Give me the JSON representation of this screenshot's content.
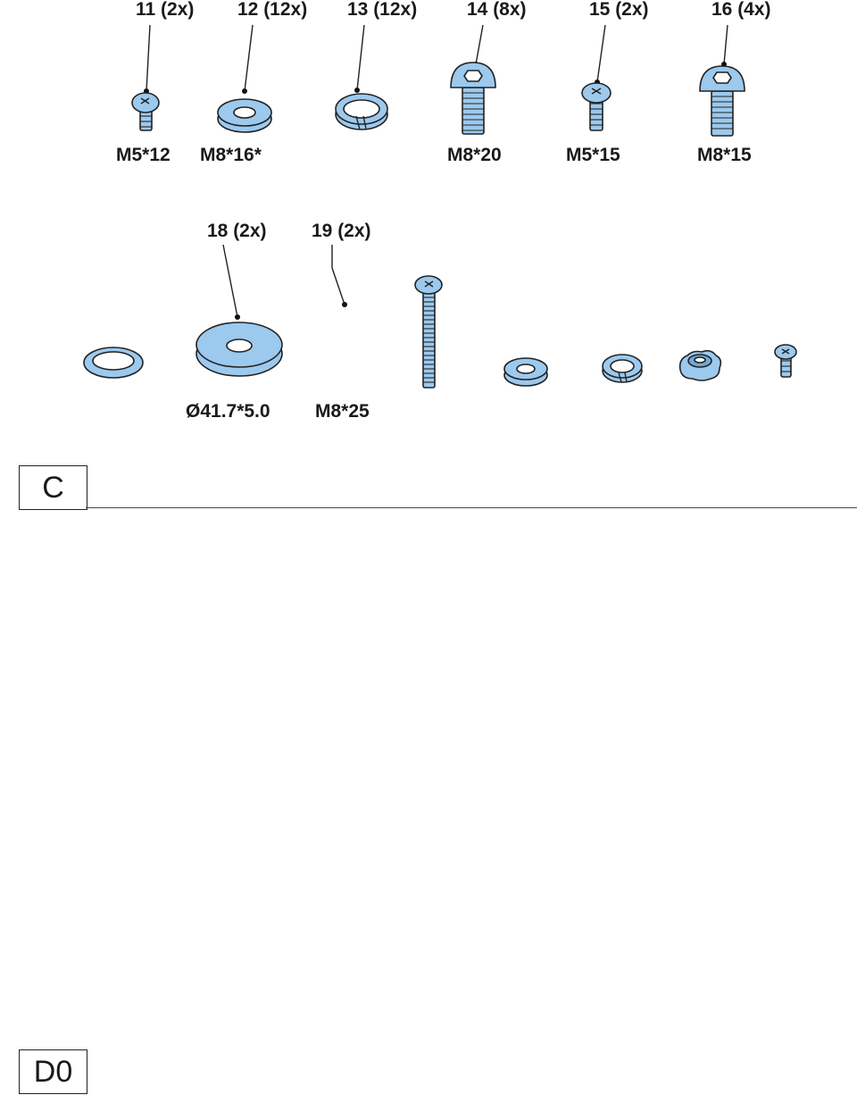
{
  "parts_row1": {
    "items": [
      {
        "callout": "11 (2x)",
        "size": "M5*12",
        "icon": "pan-head-screw-icon"
      },
      {
        "callout": "12 (12x)",
        "size": "M8*16*",
        "icon": "flat-washer-icon"
      },
      {
        "callout": "13 (12x)",
        "size": "",
        "icon": "spring-washer-icon"
      },
      {
        "callout": "14 (8x)",
        "size": "M8*20",
        "icon": "hex-socket-bolt-icon"
      },
      {
        "callout": "15 (2x)",
        "size": "M5*15",
        "icon": "pan-head-screw-icon"
      },
      {
        "callout": "16 (4x)",
        "size": "M8*15",
        "icon": "hex-socket-bolt-icon"
      }
    ]
  },
  "parts_row2": {
    "items": [
      {
        "callout": "18 (2x)",
        "size": "Ø41.7*5.0",
        "icon": "large-washer-icon"
      },
      {
        "callout": "19 (2x)",
        "size": "M8*25",
        "icon": "callout-dot-icon"
      }
    ]
  },
  "sections": {
    "c_label": "C",
    "d0_label": "D0"
  },
  "colors": {
    "part_fill": "#9cc9ee",
    "outline": "#222222"
  }
}
